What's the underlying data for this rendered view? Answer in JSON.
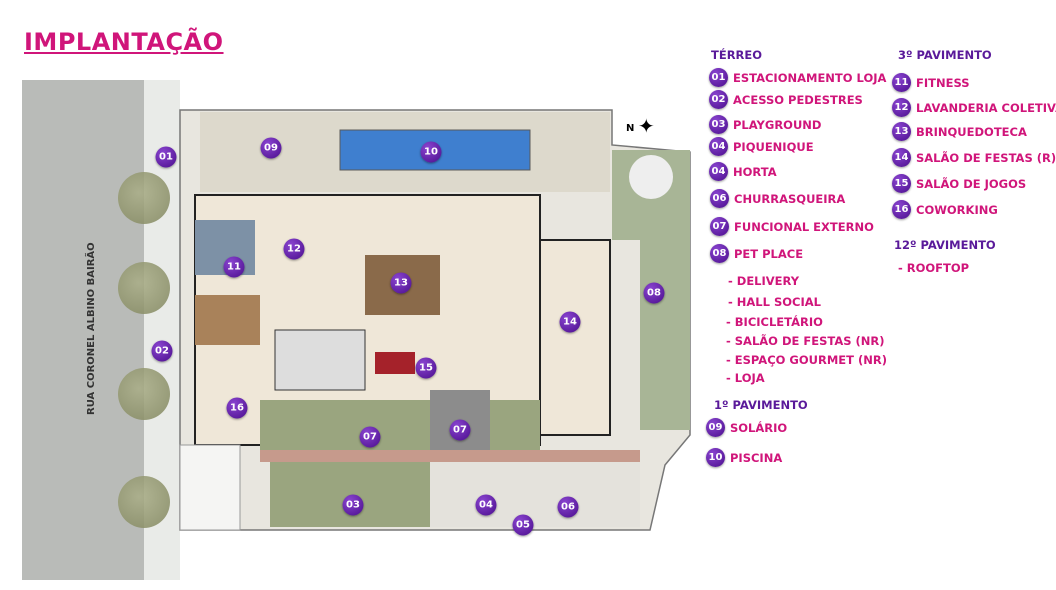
{
  "title": "IMPLANTAÇÃO",
  "street": "RUA CORONEL ALBINO BAIRÃO",
  "compass": "N",
  "markers": [
    "01",
    "02",
    "03",
    "04",
    "05",
    "06",
    "07",
    "07",
    "08",
    "09",
    "10",
    "11",
    "12",
    "13",
    "14",
    "15",
    "16"
  ],
  "legend": {
    "terreo": {
      "heading": "TÉRREO",
      "items": [
        {
          "num": "01",
          "label": "ESTACIONAMENTO LOJA"
        },
        {
          "num": "02",
          "label": "ACESSO PEDESTRES"
        },
        {
          "num": "03",
          "label": "PLAYGROUND"
        },
        {
          "num": "04",
          "label": "PIQUENIQUE"
        },
        {
          "num": "04",
          "label": "HORTA"
        },
        {
          "num": "06",
          "label": "CHURRASQUEIRA"
        },
        {
          "num": "07",
          "label": "FUNCIONAL EXTERNO"
        },
        {
          "num": "08",
          "label": "PET PLACE"
        }
      ],
      "extras": [
        "- DELIVERY",
        "- HALL SOCIAL",
        "- BICICLETÁRIO",
        "- SALÃO DE FESTAS (NR)",
        "- ESPAÇO GOURMET (NR)",
        "- LOJA"
      ]
    },
    "pav1": {
      "heading": "1º PAVIMENTO",
      "items": [
        {
          "num": "09",
          "label": "SOLÁRIO"
        },
        {
          "num": "10",
          "label": "PISCINA"
        }
      ]
    },
    "pav3": {
      "heading": "3º PAVIMENTO",
      "items": [
        {
          "num": "11",
          "label": "FITNESS"
        },
        {
          "num": "12",
          "label": "LAVANDERIA COLETIVA"
        },
        {
          "num": "13",
          "label": "BRINQUEDOTECA"
        },
        {
          "num": "14",
          "label": "SALÃO DE FESTAS (R)"
        },
        {
          "num": "15",
          "label": "SALÃO DE JOGOS"
        },
        {
          "num": "16",
          "label": "COWORKING"
        }
      ]
    },
    "pav12": {
      "heading": "12º PAVIMENTO",
      "items": [
        "- ROOFTOP"
      ]
    }
  },
  "colors": {
    "accent": "#d0157a",
    "heading": "#5a1a9a",
    "marker": "#5b1a9e"
  }
}
